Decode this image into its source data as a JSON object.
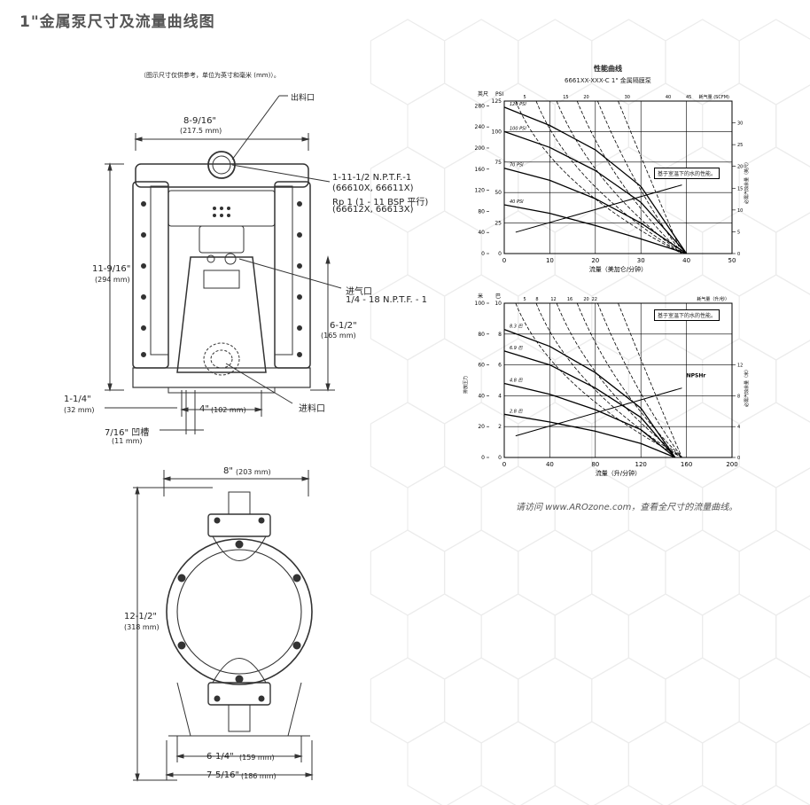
{
  "page": {
    "title": "1\"金属泵尺寸及流量曲线图",
    "note": "请访问 www.AROzone.com，查看全尺寸的流量曲线。"
  },
  "front_view": {
    "caption": "（图示尺寸仅供参考，单位为英寸和毫米 (mm)）。",
    "outlet_label": "出料口",
    "width_in": "8-9/16\"",
    "width_mm": "(217.5 mm)",
    "height_in": "11-9/16\"",
    "height_mm": "(294 mm)",
    "port_l1": "1-11-1/2 N.P.T.F.-1",
    "port_l2": "(66610X, 66611X)",
    "port_l3": "Rp 1 (1 - 11 BSP 平行)",
    "port_l4": "(66612X, 66613X)",
    "air_label": "进气口",
    "air_thread": "1/4 - 18 N.P.T.F. - 1",
    "inlet_height_in": "6-1/2\"",
    "inlet_height_mm": "(165 mm)",
    "base_in": "1-1/4\"",
    "base_mm": "(32 mm)",
    "span_in": "4\"",
    "span_mm": "(102 mm)",
    "inlet_label": "进料口",
    "slot_in": "7/16\" 凹槽",
    "slot_mm": "(11 mm)"
  },
  "side_view": {
    "width_in": "8\"",
    "width_mm": "(203 mm)",
    "height_in": "12-1/2\"",
    "height_mm": "(318 mm)",
    "base_in": "6-1/4\"",
    "base_mm": "(159 mm)",
    "overall_in": "7-5/16\"",
    "overall_mm": "(186 mm)"
  },
  "chart_data": [
    {
      "type": "line",
      "title": "性能曲线",
      "subtitle": "6661XX-XXX-C 1\" 金属隔膜泵",
      "xlabel": "流量（美加仑/分钟）",
      "ylabel_left_outer": "英尺",
      "ylabel_left_inner": "PSI",
      "ylabel_right": "必需汽蚀余量（英尺）",
      "top_axis_label": "耗气量 (SCFM)",
      "note": "基于室温下的水的性能。",
      "npsh_label": "NPSHr",
      "x_ticks": [
        0,
        10,
        20,
        30,
        40,
        50
      ],
      "y_psi_ticks": [
        0,
        25,
        50,
        75,
        100,
        125
      ],
      "y_ft_ticks": [
        0,
        40,
        80,
        120,
        160,
        200,
        240,
        280
      ],
      "right_ticks": [
        0,
        5,
        10,
        15,
        20,
        25,
        30
      ],
      "scfm_ticks": [
        5,
        15,
        20,
        30,
        40,
        45
      ],
      "xlim": [
        0,
        50
      ],
      "ylim": [
        0,
        125
      ],
      "series": [
        {
          "name": "120 PSI",
          "x": [
            0,
            10,
            20,
            30,
            40
          ],
          "y": [
            120,
            105,
            85,
            55,
            0
          ]
        },
        {
          "name": "100 PSI",
          "x": [
            0,
            10,
            20,
            30,
            40
          ],
          "y": [
            100,
            87,
            68,
            42,
            0
          ]
        },
        {
          "name": "70 PSI",
          "x": [
            0,
            10,
            20,
            30,
            40
          ],
          "y": [
            70,
            60,
            45,
            25,
            0
          ]
        },
        {
          "name": "40 PSI",
          "x": [
            0,
            10,
            20,
            30,
            40
          ],
          "y": [
            40,
            33,
            23,
            12,
            0
          ]
        }
      ]
    },
    {
      "type": "line",
      "xlabel": "流量（升/分钟）",
      "ylabel_left_outer": "米",
      "ylabel_left_inner": "巴",
      "ylabel_inner": "排放压力",
      "ylabel_right": "必需汽蚀余量（米）",
      "top_axis_label": "耗气量（升/秒）",
      "note": "基于室温下的水的性能。",
      "npsh_label": "NPSHr",
      "x_ticks": [
        0,
        40,
        80,
        120,
        160,
        200
      ],
      "y_bar_ticks": [
        0,
        2,
        4,
        6,
        8,
        10
      ],
      "y_m_ticks": [
        0,
        20,
        40,
        60,
        80,
        100
      ],
      "right_ticks": [
        0,
        4,
        8,
        12
      ],
      "lps_ticks": [
        5,
        8,
        12,
        16,
        20,
        22
      ],
      "xlim": [
        0,
        200
      ],
      "ylim": [
        0,
        10
      ],
      "series": [
        {
          "name": "8.3 巴",
          "x": [
            0,
            40,
            80,
            120,
            150
          ],
          "y": [
            8.3,
            7.2,
            5.5,
            3.2,
            0
          ]
        },
        {
          "name": "6.9 巴",
          "x": [
            0,
            40,
            80,
            120,
            150
          ],
          "y": [
            6.9,
            6.0,
            4.5,
            2.6,
            0
          ]
        },
        {
          "name": "4.8 巴",
          "x": [
            0,
            40,
            80,
            120,
            150
          ],
          "y": [
            4.8,
            4.1,
            3.1,
            1.8,
            0
          ]
        },
        {
          "name": "2.8 巴",
          "x": [
            0,
            40,
            80,
            120,
            150
          ],
          "y": [
            2.8,
            2.3,
            1.7,
            0.9,
            0
          ]
        }
      ]
    }
  ]
}
